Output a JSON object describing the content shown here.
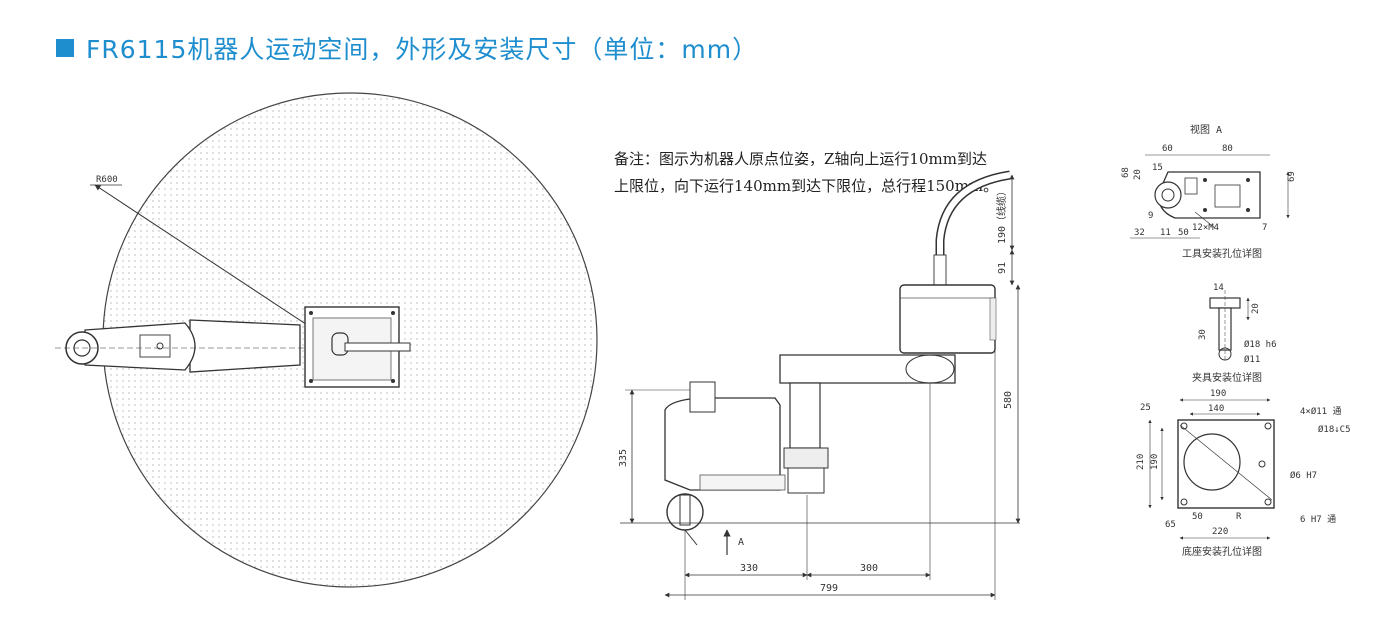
{
  "title": "FR6115机器人运动空间，外形及安装尺寸（单位：mm）",
  "note": {
    "line1": "备注：图示为机器人原点位姿，Z轴向上运行10mm到达",
    "line2": "上限位，向下运行140mm到达下限位，总行程150mm。"
  },
  "top_view": {
    "radius_label": "R600"
  },
  "side_view": {
    "dim_190_cable": "190（线缆）",
    "dim_91": "91",
    "dim_580": "580",
    "dim_335": "335",
    "dim_330": "330",
    "dim_300": "300",
    "dim_799": "799",
    "view_arrow_label": "A"
  },
  "tool_flange": {
    "view_title": "视图 A",
    "d60": "60",
    "d80": "80",
    "d15": "15",
    "d68": "68",
    "d20": "20",
    "d69": "69",
    "d9": "9",
    "d32": "32",
    "d11": "11",
    "d50": "50",
    "hole_note": "12×M4",
    "hole_depth": "7",
    "caption": "工具安装孔位详图"
  },
  "fixture": {
    "d14": "14",
    "d20": "20",
    "d30": "30",
    "shaft": "Ø18 h6",
    "bore": "Ø11",
    "caption": "夹具安装位详图"
  },
  "base": {
    "d190": "190",
    "d140": "140",
    "d25": "25",
    "holes": "4×Ø11 通",
    "counterbore": "Ø18↓C5",
    "d210": "210",
    "d190v": "190",
    "pin1": "Ø6 H7",
    "d65": "65",
    "d50": "50",
    "d220": "220",
    "r_label": "R",
    "pin2": "6 H7 通",
    "caption": "底座安装孔位详图"
  }
}
